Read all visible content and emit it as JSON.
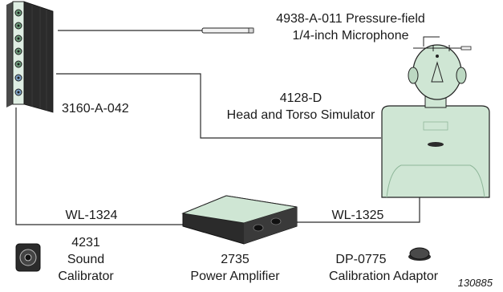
{
  "labels": {
    "microphone": [
      "4938-A-011 Pressure-field",
      "1/4-inch Microphone"
    ],
    "frontend": "3160-A-042",
    "hats": [
      "4128-D",
      "Head and Torso Simulator"
    ],
    "cable_left": "WL-1324",
    "cable_right": "WL-1325",
    "calibrator": [
      "4231",
      "Sound",
      "Calibrator"
    ],
    "amplifier": [
      "2735",
      "Power Amplifier"
    ],
    "adaptor": [
      "DP-0775",
      "Calibration Adaptor"
    ],
    "figure_id": "130885"
  },
  "colors": {
    "mint": "#cfe6d4",
    "mint_dark": "#8fb79a",
    "device_dark": "#2b2b2b",
    "wire": "#2a2a2a"
  }
}
